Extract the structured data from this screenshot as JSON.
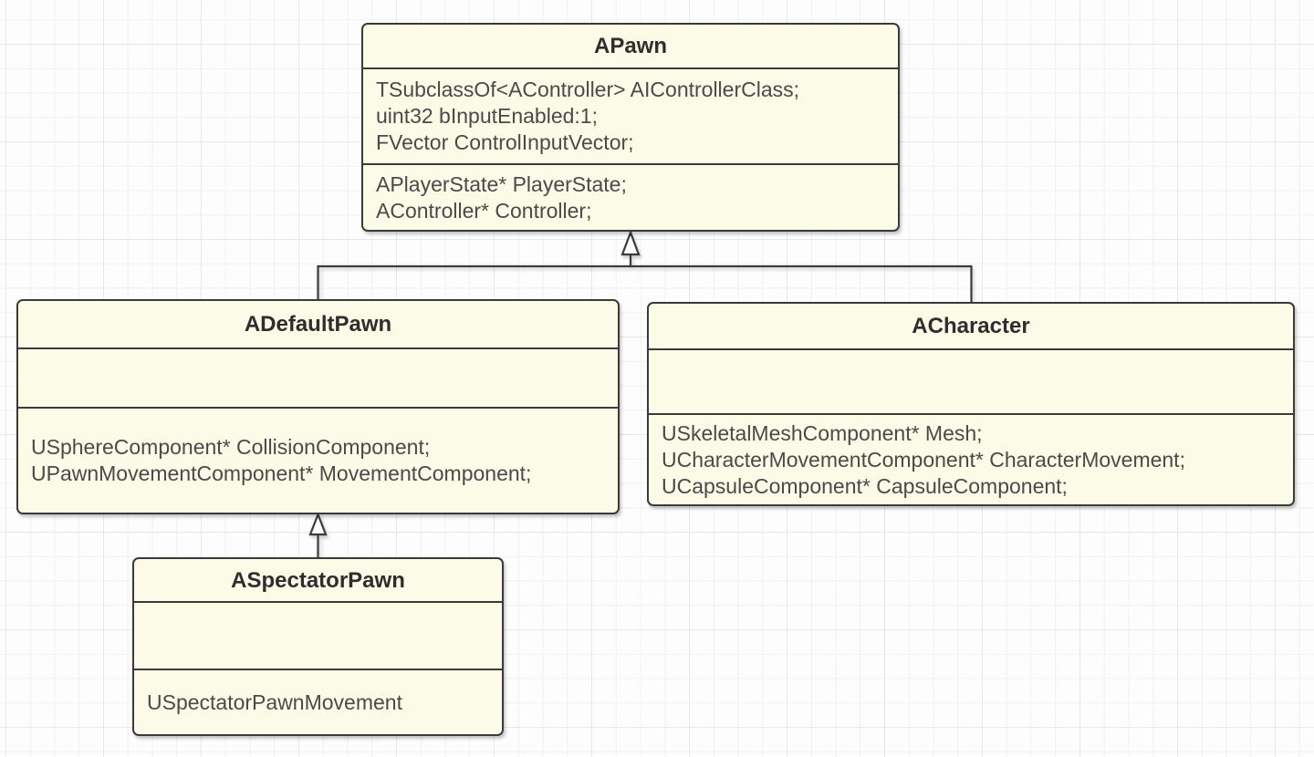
{
  "diagram": {
    "type": "uml-class-diagram",
    "colors": {
      "box_fill": "#fbfbe8",
      "box_border": "#3a3a3a",
      "title_text": "#2e2e2e",
      "body_text": "#4a4a4a",
      "grid_minor": "#f1f1f3",
      "grid_major": "#e7e7ea",
      "canvas_bg": "#fdfdfd"
    },
    "classes": [
      {
        "name": "APawn",
        "sections": [
          [
            "TSubclassOf<AController> AIControllerClass;",
            "uint32 bInputEnabled:1;",
            "FVector ControlInputVector;"
          ],
          [
            "APlayerState* PlayerState;",
            "AController* Controller;"
          ]
        ]
      },
      {
        "name": "ADefaultPawn",
        "sections": [
          [],
          [
            "USphereComponent* CollisionComponent;",
            "UPawnMovementComponent* MovementComponent;"
          ]
        ]
      },
      {
        "name": "ACharacter",
        "sections": [
          [],
          [
            "USkeletalMeshComponent* Mesh;",
            "UCharacterMovementComponent* CharacterMovement;",
            "UCapsuleComponent* CapsuleComponent;"
          ]
        ]
      },
      {
        "name": "ASpectatorPawn",
        "sections": [
          [],
          [
            "USpectatorPawnMovement"
          ]
        ]
      }
    ],
    "relations": [
      {
        "from": "ADefaultPawn",
        "to": "APawn",
        "type": "inheritance"
      },
      {
        "from": "ACharacter",
        "to": "APawn",
        "type": "inheritance"
      },
      {
        "from": "ASpectatorPawn",
        "to": "ADefaultPawn",
        "type": "inheritance"
      }
    ]
  }
}
